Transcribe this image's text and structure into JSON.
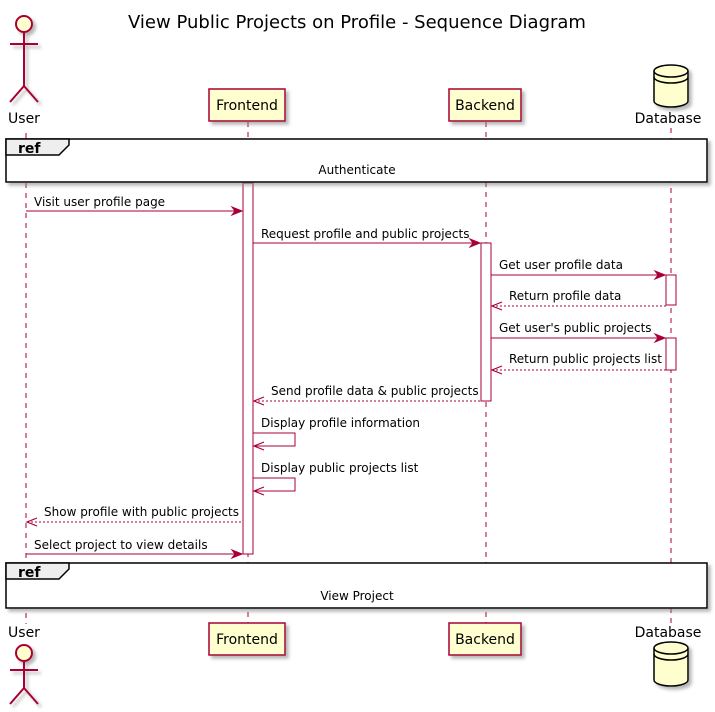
{
  "title": "View Public Projects on Profile - Sequence Diagram",
  "participants": {
    "user": {
      "label": "User",
      "kind": "actor"
    },
    "frontend": {
      "label": "Frontend",
      "kind": "box"
    },
    "backend": {
      "label": "Backend",
      "kind": "box"
    },
    "database": {
      "label": "Database",
      "kind": "database"
    }
  },
  "refs": [
    {
      "tag": "ref",
      "label": "Authenticate"
    },
    {
      "tag": "ref",
      "label": "View Project"
    }
  ],
  "messages": [
    {
      "from": "user",
      "to": "frontend",
      "label": "Visit user profile page",
      "style": "solid"
    },
    {
      "from": "frontend",
      "to": "backend",
      "label": "Request profile and public projects",
      "style": "solid"
    },
    {
      "from": "backend",
      "to": "database",
      "label": "Get user profile data",
      "style": "solid"
    },
    {
      "from": "database",
      "to": "backend",
      "label": "Return profile data",
      "style": "dashed"
    },
    {
      "from": "backend",
      "to": "database",
      "label": "Get user's public projects",
      "style": "solid"
    },
    {
      "from": "database",
      "to": "backend",
      "label": "Return public projects list",
      "style": "dashed"
    },
    {
      "from": "backend",
      "to": "frontend",
      "label": "Send profile data & public projects",
      "style": "dashed"
    },
    {
      "from": "frontend",
      "to": "frontend",
      "label": "Display profile information",
      "style": "self"
    },
    {
      "from": "frontend",
      "to": "frontend",
      "label": "Display public projects list",
      "style": "self"
    },
    {
      "from": "frontend",
      "to": "user",
      "label": "Show profile with public projects",
      "style": "dashed"
    },
    {
      "from": "user",
      "to": "frontend",
      "label": "Select project to view details",
      "style": "solid"
    }
  ],
  "colors": {
    "arrow": "#A80036",
    "box_fill": "#FEFECE",
    "box_stroke": "#A80036",
    "ref_fill": "#EEEEEE"
  }
}
